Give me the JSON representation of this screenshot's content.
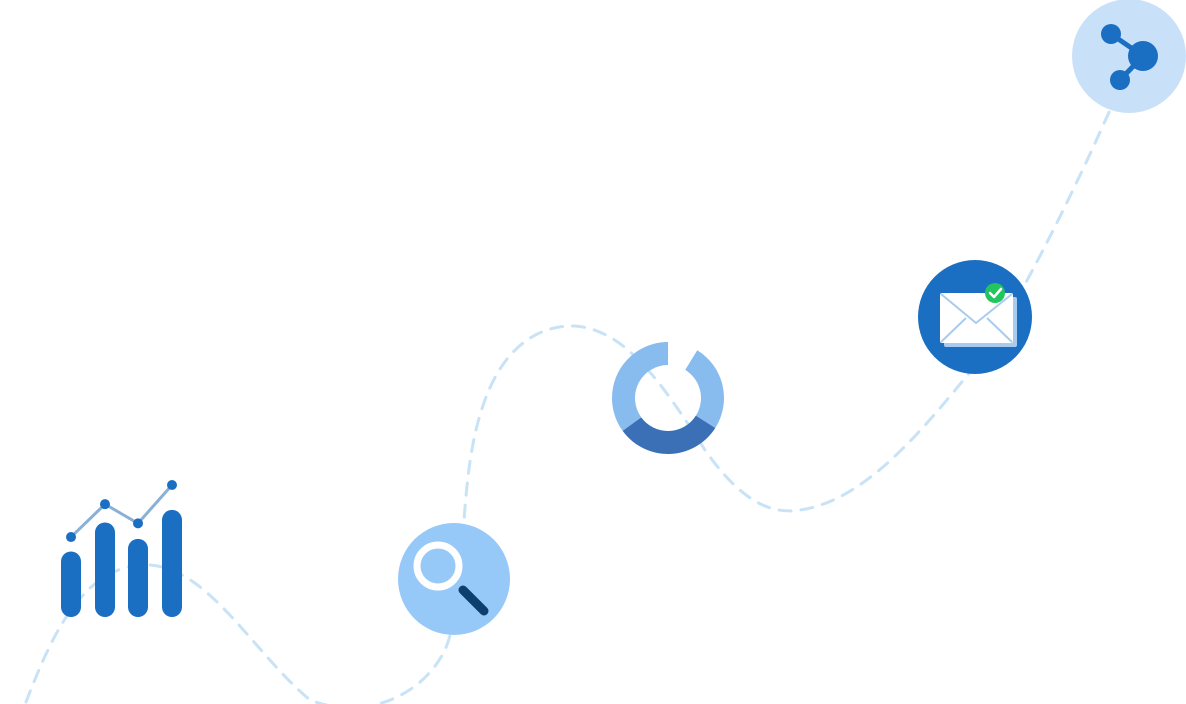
{
  "colors": {
    "background": "#ffffff",
    "path": "#c8e2f6",
    "primary": "#1b6fc2",
    "light": "#96c8f8",
    "pale": "#c9e1f8",
    "donut_light": "#88bbee",
    "donut_dark": "#3c70b6",
    "trend_line": "#8ab0d6",
    "magnifier_handle": "#0c3e6e",
    "check": "#22c55e",
    "envelope_fill": "#ffffff",
    "envelope_line": "#a8cbef"
  },
  "icons": [
    "bar-chart-icon",
    "magnifier-icon",
    "donut-chart-icon",
    "email-check-icon",
    "share-icon"
  ],
  "bar_chart": {
    "bar_levels": [
      0.52,
      0.75,
      0.62,
      0.85
    ],
    "trend_levels": [
      0.62,
      0.86,
      0.72,
      1.0
    ]
  },
  "donut": {
    "light_fraction": 0.6,
    "dark_fraction": 0.4
  }
}
